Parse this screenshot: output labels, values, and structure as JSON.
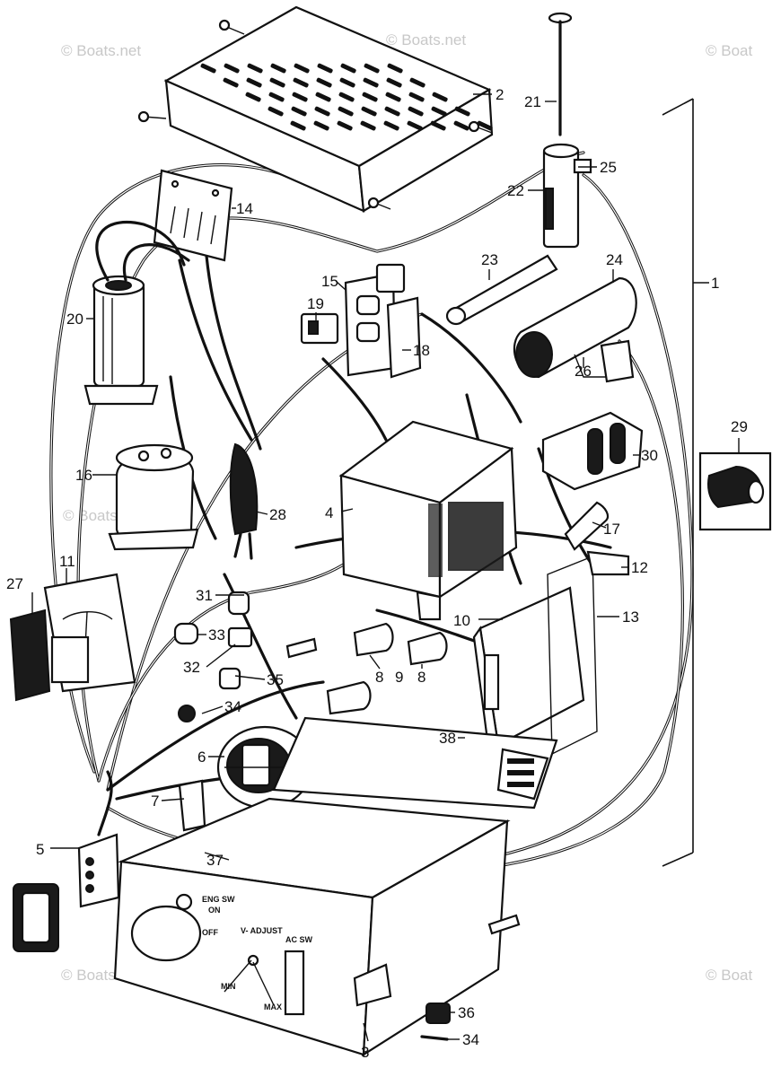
{
  "watermark": {
    "text_full": "© Boats.net",
    "text_clipped": "© Boat",
    "text_mid": "© Boats.net"
  },
  "callouts": {
    "c1": "1",
    "c2": "2",
    "c3": "3",
    "c4": "4",
    "c5": "5",
    "c6": "6",
    "c7": "7",
    "c8a": "8",
    "c8b": "8",
    "c9": "9",
    "c10": "10",
    "c11": "11",
    "c12": "12",
    "c13": "13",
    "c14": "14",
    "c15": "15",
    "c16": "16",
    "c17": "17",
    "c18": "18",
    "c19": "19",
    "c20": "20",
    "c21": "21",
    "c22": "22",
    "c23": "23",
    "c24": "24",
    "c25": "25",
    "c26": "26",
    "c27": "27",
    "c28": "28",
    "c29": "29",
    "c30": "30",
    "c31": "31",
    "c32": "32",
    "c33": "33",
    "c34a": "34",
    "c34b": "34",
    "c35": "35",
    "c36": "36",
    "c37": "37",
    "c38": "38"
  },
  "panel_labels": {
    "v_adjust": "V- ADJUST",
    "ac_sw": "AC SW",
    "eng_sw": "ENG SW",
    "on": "ON",
    "off": "OFF",
    "min": "MIN",
    "max": "MAX"
  },
  "colors": {
    "ink": "#111111",
    "paper": "#ffffff",
    "watermark": "#c8c8c8"
  }
}
